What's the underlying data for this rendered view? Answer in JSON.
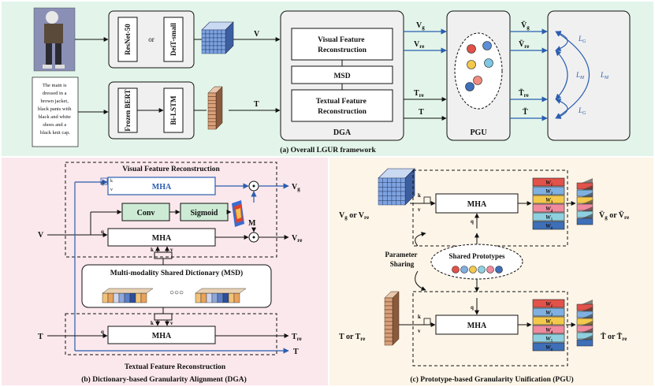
{
  "panel_a": {
    "caption": "(a) Overall LGUR framework",
    "text_query": [
      "The main is",
      "dressed in a",
      "brown jacket,",
      "black pants with",
      "black and white",
      "shoes and a",
      "black knit cap."
    ],
    "resnet": "ResNet-50",
    "or": "or",
    "deit": "DeiT-small",
    "frozen_bert": "Frozen BERT",
    "bilstm": "Bi-LSTM",
    "v_label": "V",
    "t_label": "T",
    "dga_title": "DGA",
    "visual_recon": [
      "Visual Feature",
      "Reconstruction"
    ],
    "msd": "MSD",
    "textual_recon": [
      "Textual Feature",
      "Reconstruction"
    ],
    "pgu_title": "PGU",
    "out_vg": "V",
    "out_vg_sub": "g",
    "out_vre": "V",
    "out_vre_sub": "re",
    "out_tre": "T",
    "out_tre_sub": "re",
    "out_t": "T",
    "pgu_out_vg": "V̄",
    "pgu_out_vg_sub": "g",
    "pgu_out_vre": "V̄",
    "pgu_out_vre_sub": "re",
    "pgu_out_tre": "T̄",
    "pgu_out_tre_sub": "re",
    "pgu_out_t": "T̄",
    "loss_g": "L",
    "loss_g_sub": "G",
    "loss_m": "L",
    "loss_m_sub": "M",
    "proto_colors": [
      "#e0524a",
      "#5b8fd6",
      "#f2c94c",
      "#7ec8e3",
      "#f08a7e",
      "#3e6fb8"
    ]
  },
  "panel_b": {
    "caption": "(b) Dictionary-based Granularity Alignment (DGA)",
    "visual_title": "Visual Feature Reconstruction",
    "mha": "MHA",
    "conv": "Conv",
    "sigmoid": "Sigmoid",
    "m_label": "M",
    "msd_title": "Multi-modality Shared Dictionary (MSD)",
    "ellipsis": "○○○",
    "textual_title": "Textual Feature Reconstruction",
    "v_in": "V",
    "t_in": "T",
    "out_vg": "V",
    "out_vg_sub": "g",
    "out_vre": "V",
    "out_vre_sub": "re",
    "out_tre": "T",
    "out_tre_sub": "re",
    "out_t": "T",
    "q": "q",
    "k": "k",
    "v": "v"
  },
  "panel_c": {
    "caption": "(c) Prototype-based Granularity Unification (PGU)",
    "in_top": "V",
    "in_top_sub_g": "g",
    "in_top_or": " or V",
    "in_top_sub_re": "re",
    "in_bottom": "T or T",
    "in_bottom_sub": "re",
    "mha": "MHA",
    "shared_prototypes": "Shared Prototypes",
    "parameter_sharing": [
      "Parameter",
      "Sharing"
    ],
    "w_labels": [
      "W",
      "W",
      "W",
      "W",
      "W",
      "W"
    ],
    "w_subs": [
      "1",
      "2",
      "3",
      "4",
      "5",
      "6"
    ],
    "w_colors": [
      "#e0524a",
      "#7fb0e0",
      "#f2c94c",
      "#f08a9e",
      "#8fd0e0",
      "#3e6fb8"
    ],
    "out_top": "V̄",
    "out_top_sub_g": "g",
    "out_top_or": " or V̄",
    "out_top_sub_re": "re",
    "out_bottom": "T̄ or T̄",
    "out_bottom_sub": "re",
    "q": "q",
    "k": "k",
    "v": "v"
  },
  "colors": {
    "panel_a_bg": "#e3f5ea",
    "panel_b_bg": "#fbe8ec",
    "panel_c_bg": "#fdf5e8",
    "blue": "#2a5db0",
    "conv_fill": "#cdebd4",
    "box_fill": "#f0f0f0"
  }
}
